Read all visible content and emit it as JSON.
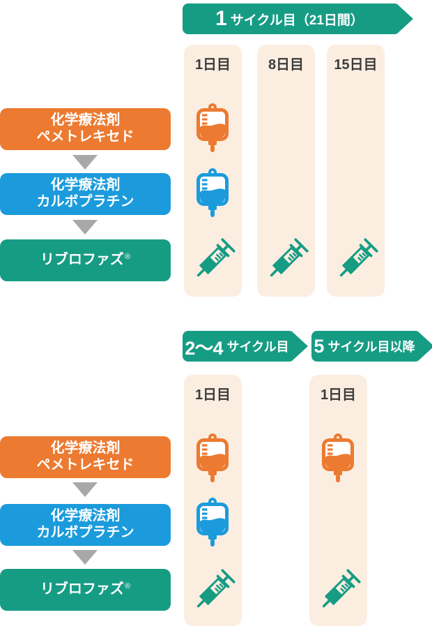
{
  "colors": {
    "orange": "#ec7a30",
    "blue": "#1b9bdc",
    "teal": "#179c84",
    "column_cream": "#fbeee1",
    "arrow_gray": "#a8a8a8",
    "day_text": "#3c3c3c",
    "banner_text": "#ffffff"
  },
  "icons": {
    "iv_bag_orange": "iv-bag-orange-icon",
    "iv_bag_blue": "iv-bag-blue-icon",
    "syringe": "syringe-teal-icon"
  },
  "cycle1": {
    "banner": {
      "number": "1",
      "label": "サイクル目（21日間）"
    },
    "columns": [
      {
        "day": "1日目"
      },
      {
        "day": "8日目"
      },
      {
        "day": "15日目"
      }
    ],
    "drugs": [
      {
        "line1": "化学療法剤",
        "line2": "ペメトレキセド"
      },
      {
        "line1": "化学療法剤",
        "line2": "カルボプラチン"
      },
      {
        "line1": "リブロファズ",
        "reg_mark": "®"
      }
    ]
  },
  "cycle2plus": {
    "banners": [
      {
        "number": "2〜4",
        "label": "サイクル目"
      },
      {
        "number": "5",
        "label": "サイクル目以降"
      }
    ],
    "columns": [
      {
        "day": "1日目"
      },
      {
        "day": "1日目"
      }
    ],
    "drugs": [
      {
        "line1": "化学療法剤",
        "line2": "ペメトレキセド"
      },
      {
        "line1": "化学療法剤",
        "line2": "カルボプラチン"
      },
      {
        "line1": "リブロファズ",
        "reg_mark": "®"
      }
    ]
  }
}
